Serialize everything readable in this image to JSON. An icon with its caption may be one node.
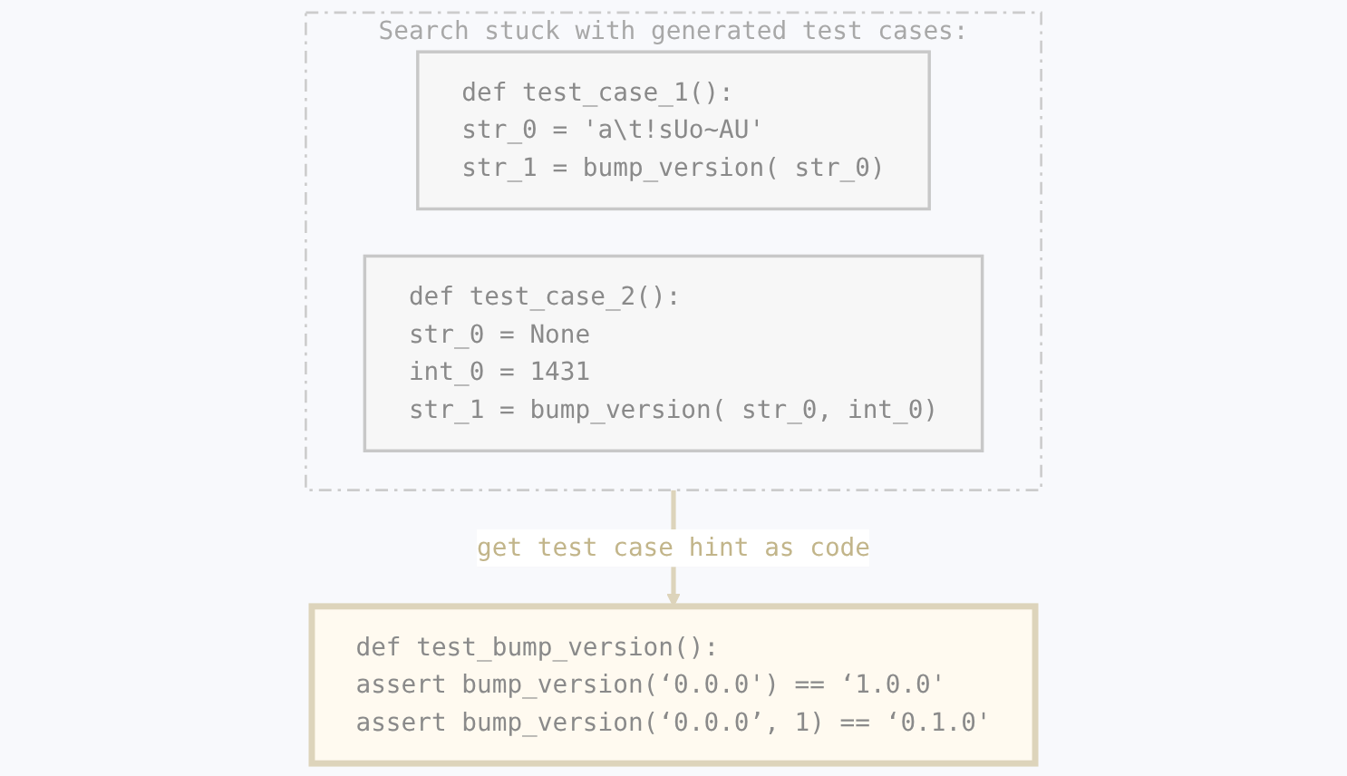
{
  "diagram": {
    "nodes": [
      {
        "text": [
          "Search stuck with generated test cases:"
        ]
      },
      {
        "text": [
          "def test_case_1():",
          "str_0 = 'a\\t!sUo~AU'",
          "str_1 = bump_version( str_0)"
        ],
        "in": 0
      },
      {
        "text": [
          "def test_case_2():",
          "str_0 = None",
          "int_0 = 1431",
          "str_1 = bump_version( str_0, int_0)"
        ],
        "in": 0
      },
      {
        "text": [
          "def test_bump_version():",
          "assert bump_version(‘0.0.0') == ‘1.0.0'",
          "assert bump_version(‘0.0.0’, 1) == ‘0.1.0'"
        ]
      }
    ],
    "edges": [
      {
        "from": 0,
        "to": 3,
        "arrow": "to",
        "label": "get test case hint as code"
      }
    ]
  }
}
